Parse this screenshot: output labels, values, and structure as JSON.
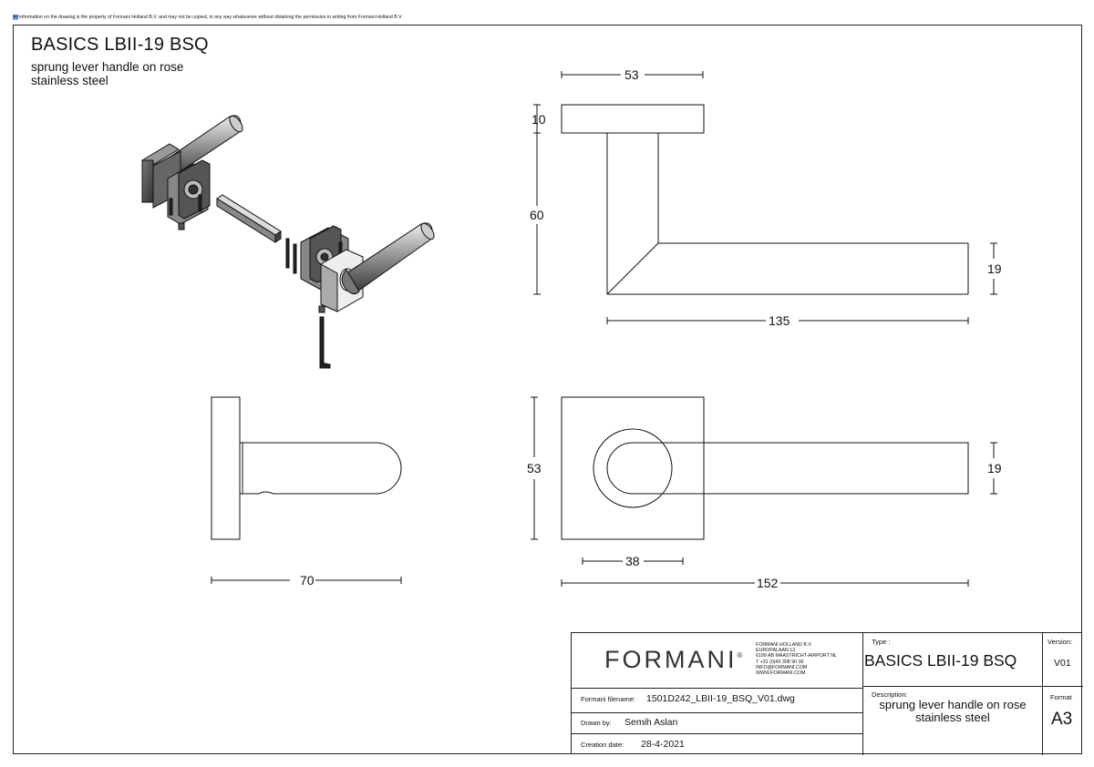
{
  "disclaimer": {
    "highlight": "All",
    "text": " information on the drawing is the property of Formani Holland B.V. and may not be copied, in any way whatsoever without obtaining the permission in writing from Formani Holland B.V"
  },
  "header": {
    "title": "BASICS LBII-19 BSQ",
    "subtitle_line1": "sprung lever handle on rose",
    "subtitle_line2": "stainless steel"
  },
  "dimensions": {
    "top_rose_width": "53",
    "rose_thickness": "10",
    "lever_height": "60",
    "lever_length": "135",
    "lever_width_side": "19",
    "side_projection": "70",
    "front_rose_height": "53",
    "front_lever_width": "19",
    "front_rosette": "38",
    "front_total_length": "152"
  },
  "title_block": {
    "logo": "FORMANI",
    "logo_mark": "®",
    "company_lines": "FORMANI HOLLAND B.V.\nEUROPALAAN 12\n6199 AB MAASTRICHT-AIRPORT NL\nT +31 (0)43 308 90 00\nINFO@FORMANI.COM\nWWW.FORMANI.COM",
    "type_label": "Type :",
    "type_value": "BASICS LBII-19 BSQ",
    "version_label": "Version:",
    "version_value": "V01",
    "filename_label": "Formani filename:",
    "filename_value": "1501D242_LBII-19_BSQ_V01.dwg",
    "description_label": "Description:",
    "description_line1": "sprung lever handle on rose",
    "description_line2": "stainless steel",
    "format_label": "Format",
    "format_value": "A3",
    "drawn_label": "Drawn by:",
    "drawn_value": "Semih Aslan",
    "created_label": "Creation date:",
    "created_value": "28-4-2021"
  }
}
